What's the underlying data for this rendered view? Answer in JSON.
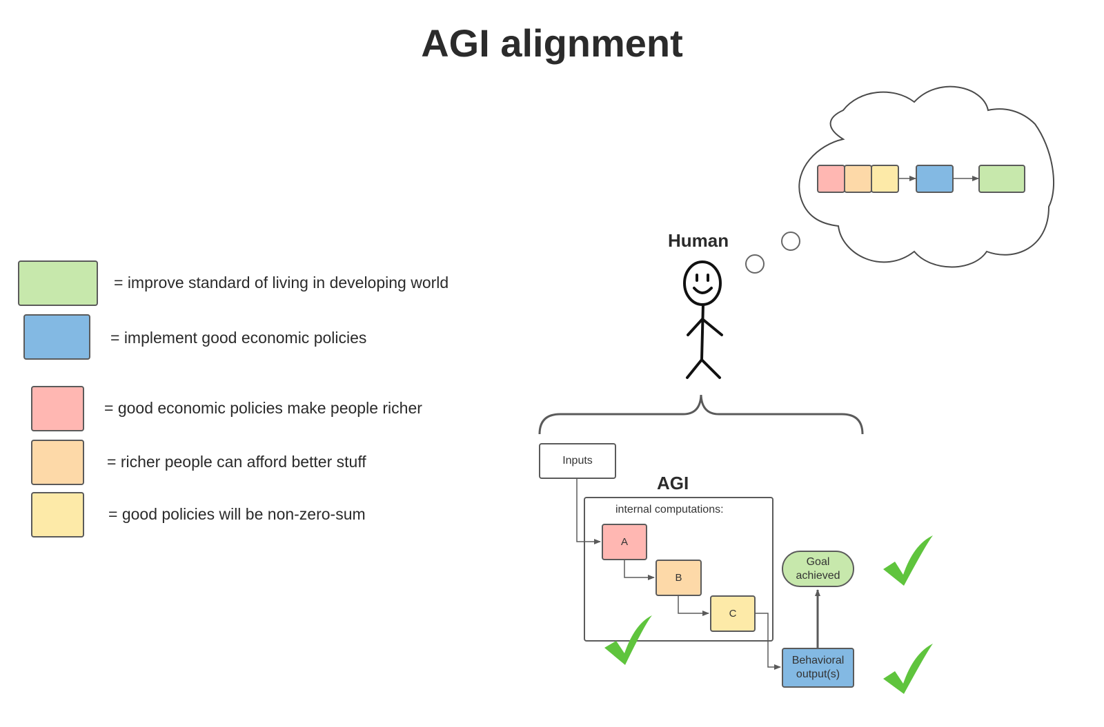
{
  "title": "AGI alignment",
  "colors": {
    "green": "#c7e8ac",
    "blue": "#83b9e3",
    "red": "#ffb7b2",
    "orange": "#fdd9a8",
    "yellow": "#fdeaa8",
    "check": "#5fc43d",
    "stroke": "#5a5a5a"
  },
  "legend": [
    {
      "color": "green",
      "text": "= improve standard of living in developing world"
    },
    {
      "color": "blue",
      "text": "= implement good economic policies"
    },
    {
      "color": "red",
      "text": "= good economic policies make people richer"
    },
    {
      "color": "orange",
      "text": "= richer people can afford better stuff"
    },
    {
      "color": "yellow",
      "text": "= good policies will be non-zero-sum"
    }
  ],
  "human": {
    "label": "Human"
  },
  "thought_chain": [
    "red",
    "orange",
    "yellow",
    "blue",
    "green"
  ],
  "agi": {
    "label": "AGI",
    "inputs_label": "Inputs",
    "internal_label": "internal computations:",
    "steps": [
      "A",
      "B",
      "C"
    ],
    "output_label": "Behavioral output(s)",
    "goal_label": "Goal achieved"
  }
}
